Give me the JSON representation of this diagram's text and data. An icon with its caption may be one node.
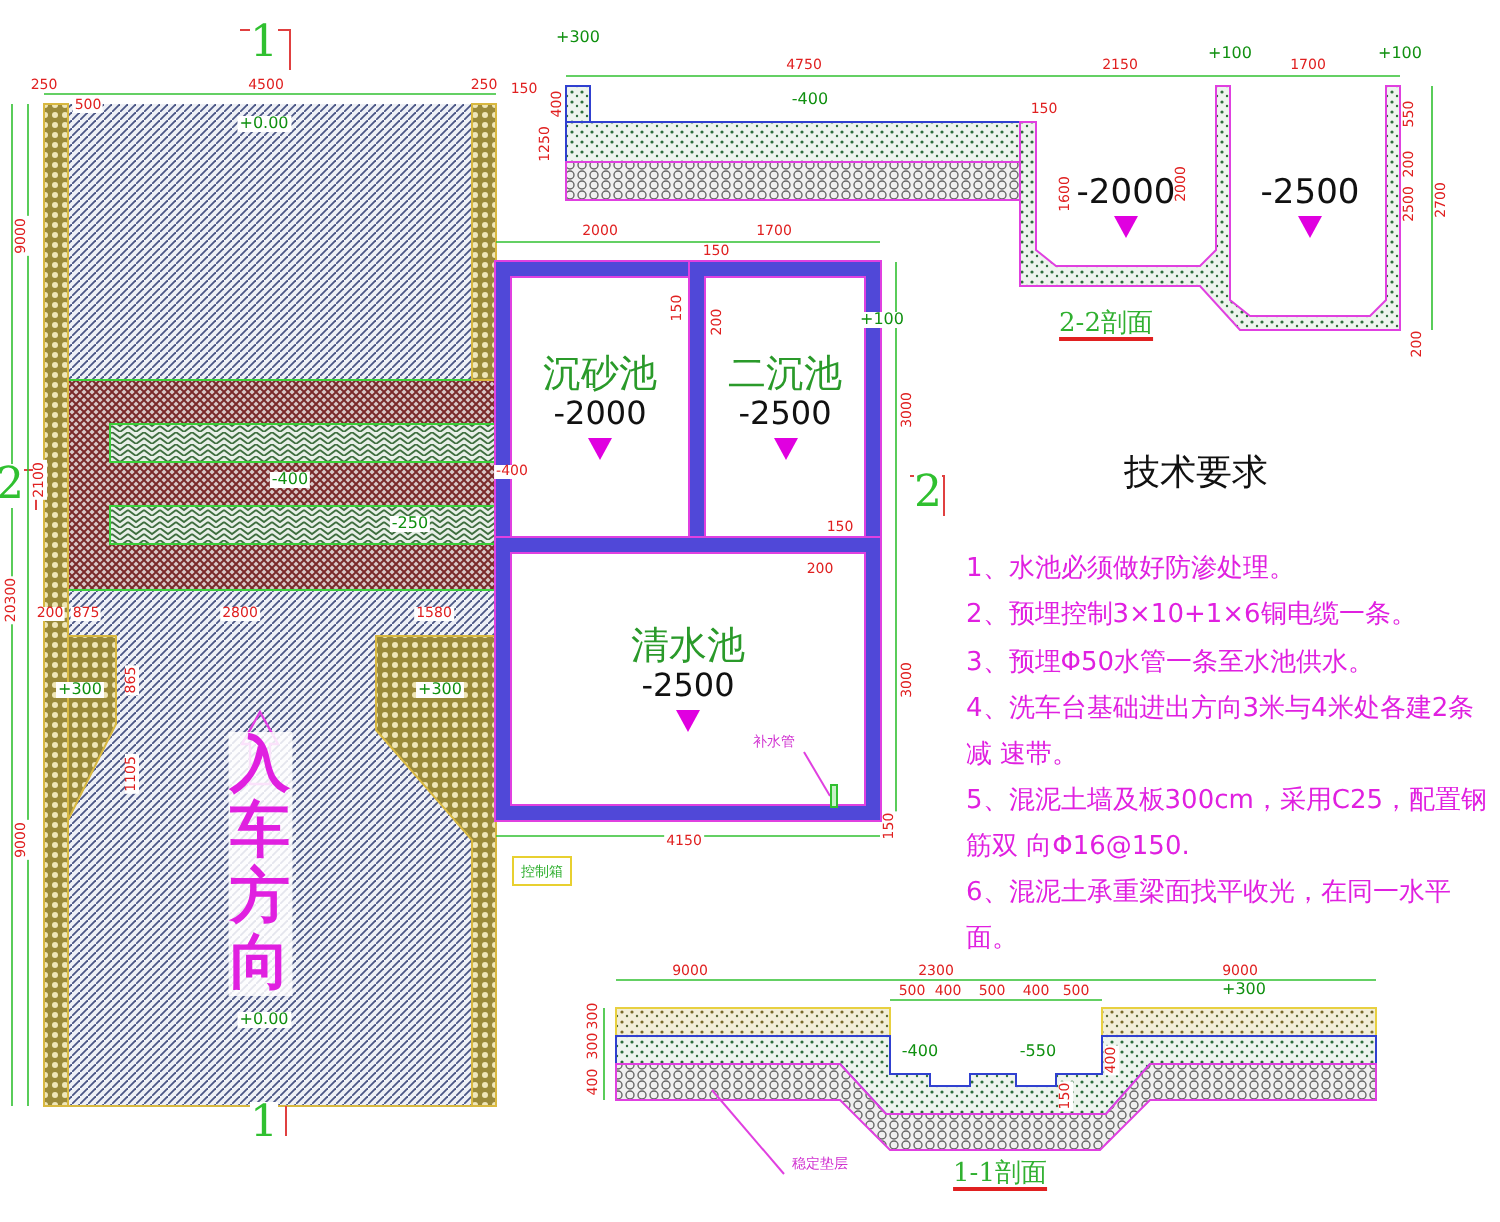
{
  "diagram": {
    "nodes": [
      {
        "text": [
          "沉砂池",
          "-2000"
        ]
      },
      {
        "text": [
          "二沉池",
          "-2500"
        ]
      },
      {
        "text": [
          "清水池",
          "-2500"
        ]
      },
      {
        "text": [
          "控制箱"
        ]
      },
      {
        "text": [
          "补水管"
        ],
        "in": 2
      },
      {
        "text": [],
        "shape": "bar",
        "in": 2
      },
      {
        "text": [
          "稳定垫层"
        ]
      }
    ],
    "edges": [
      {
        "from": 4,
        "to": 5,
        "arrow": "none"
      },
      {
        "from": 6,
        "to": null,
        "arrow": "none"
      }
    ],
    "labels": [
      "1",
      "250",
      "4500",
      "250",
      "150",
      "500",
      "+0.00",
      "9000",
      "-400",
      "-400",
      "-250",
      "2",
      "2100",
      "20300",
      "200",
      "875",
      "2800",
      "1580",
      "+300",
      "+300",
      "865",
      "1105",
      "9000",
      "入车方向",
      "+0.00",
      "1",
      "+300",
      "4750",
      "2150",
      "1700",
      "+100",
      "+100",
      "150",
      "400",
      "1250",
      "-400",
      "1600",
      "-2000",
      "2000",
      "-2500",
      "550",
      "200",
      "2500",
      "2700",
      "200",
      "2-2剖面",
      "2000",
      "150",
      "1700",
      "150",
      "200",
      "+100",
      "3000",
      "2",
      "150",
      "200",
      "3000",
      "4150",
      "150",
      "技术要求",
      "1、水池必须做好防渗处理。",
      "2、预埋控制3×10+1×6铜电缆一条。",
      "3、预埋Φ50水管一条至水池供水。",
      "4、洗车台基础进出方向3米与4米处各建2条减 速带。",
      "5、混泥土墙及板300cm，采用C25，配置钢筋双 向Φ16@150.",
      "6、混泥土承重梁面找平收光，在同一水平面。",
      "9000",
      "2300",
      "9000",
      "500",
      "400",
      "500",
      "400",
      "500",
      "+300",
      "300",
      "300",
      "400",
      "-400",
      "-550",
      "400",
      "150",
      "1-1剖面"
    ]
  }
}
